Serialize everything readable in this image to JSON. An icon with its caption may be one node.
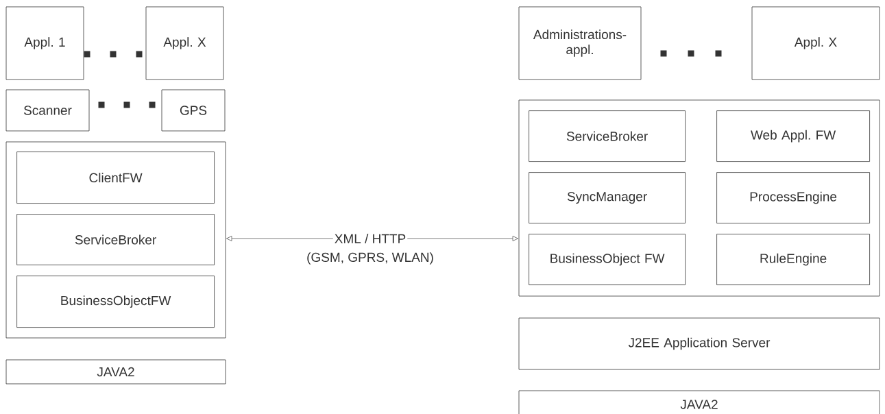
{
  "diagram": {
    "nodes": [
      {
        "text": [
          "Appl. 1"
        ]
      },
      {
        "text": [
          "Appl. X"
        ]
      },
      {
        "text": [
          "Scanner"
        ]
      },
      {
        "text": [
          "GPS"
        ]
      },
      {
        "text": [],
        "shape": "box"
      },
      {
        "text": [
          "ClientFW"
        ],
        "in": 4
      },
      {
        "text": [
          "ServiceBroker"
        ],
        "in": 4
      },
      {
        "text": [
          "BusinessObjectFW"
        ],
        "in": 4
      },
      {
        "text": [
          "JAVA2"
        ]
      },
      {
        "text": [
          "Administrations- appl."
        ]
      },
      {
        "text": [
          "Appl. X"
        ]
      },
      {
        "text": [],
        "shape": "box"
      },
      {
        "text": [
          "ServiceBroker"
        ],
        "in": 11
      },
      {
        "text": [
          "Web Appl. FW"
        ],
        "in": 11
      },
      {
        "text": [
          "SyncManager"
        ],
        "in": 11
      },
      {
        "text": [
          "ProcessEngine"
        ],
        "in": 11
      },
      {
        "text": [
          "BusinessObject FW"
        ],
        "in": 11
      },
      {
        "text": [
          "RuleEngine"
        ],
        "in": 11
      },
      {
        "text": [
          "J2EE Application Server"
        ]
      },
      {
        "text": [
          "JAVA2"
        ]
      }
    ],
    "edges": [
      {
        "from": 4,
        "to": 11,
        "arrow": "both",
        "label": "XML / HTTP"
      }
    ],
    "labels": [
      "(GSM, GPRS, WLAN)"
    ]
  }
}
